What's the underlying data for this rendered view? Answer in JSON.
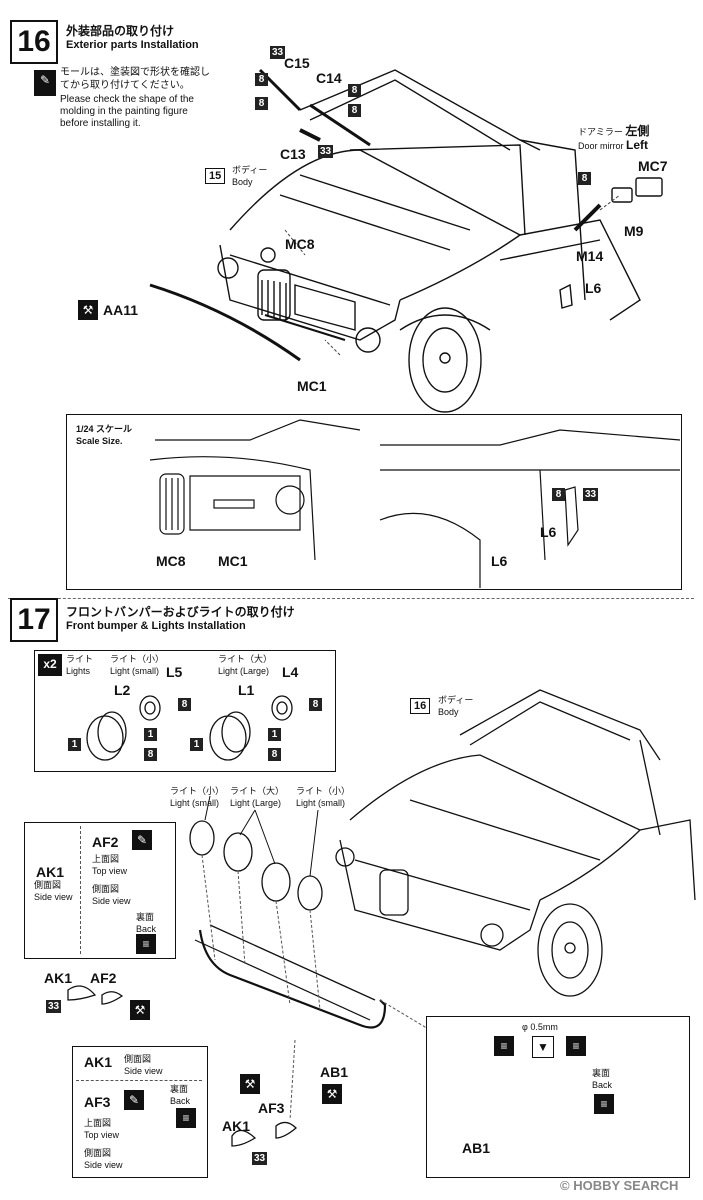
{
  "step16": {
    "number": "16",
    "title_jp": "外装部品の取り付け",
    "title_en": "Exterior parts Installation",
    "note_jp_1": "モールは、塗装図で形状を確認し",
    "note_jp_2": "てから取り付けてください。",
    "note_en_1": "Please check the shape of the",
    "note_en_2": "molding in the painting figure",
    "note_en_3": "before installing it.",
    "body_ref": "15",
    "body_jp": "ボディー",
    "body_en": "Body",
    "mirror_jp": "ドアミラー",
    "mirror_side_jp": "左側",
    "mirror_en": "Door mirror",
    "mirror_side_en": "Left",
    "parts": {
      "c15": "C15",
      "c14": "C14",
      "c13": "C13",
      "mc8": "MC8",
      "mc7": "MC7",
      "m9": "M9",
      "m14": "M14",
      "l6": "L6",
      "aa11": "AA11",
      "mc1": "MC1"
    },
    "badges": {
      "b33": "33",
      "b8": "8"
    },
    "scale_jp": "1/24 スケール",
    "scale_en": "Scale Size.",
    "scale_labels": {
      "mc8": "MC8",
      "mc1": "MC1",
      "l6a": "L6",
      "l6b": "L6"
    }
  },
  "step17": {
    "number": "17",
    "title_jp": "フロントバンパーおよびライトの取り付け",
    "title_en": "Front bumper & Lights Installation",
    "x2": "x2",
    "lights_jp": "ライト",
    "lights_en": "Lights",
    "light_small_jp": "ライト（小）",
    "light_small_en": "Light (small)",
    "light_large_jp": "ライト（大）",
    "light_large_en": "Light (Large)",
    "parts": {
      "l5": "L5",
      "l2": "L2",
      "l4": "L4",
      "l1": "L1",
      "ak1": "AK1",
      "af2": "AF2",
      "af3": "AF3",
      "ab1": "AB1"
    },
    "body_ref": "16",
    "body_jp": "ボディー",
    "body_en": "Body",
    "top_view_jp": "上面図",
    "top_view_en": "Top view",
    "side_view_jp": "側面図",
    "side_view_en": "Side view",
    "back_jp": "裏面",
    "back_en": "Back",
    "diameter": "φ 0.5mm",
    "badges": {
      "b1": "1",
      "b8": "8",
      "b33": "33"
    }
  },
  "watermark": "© HOBBY SEARCH"
}
